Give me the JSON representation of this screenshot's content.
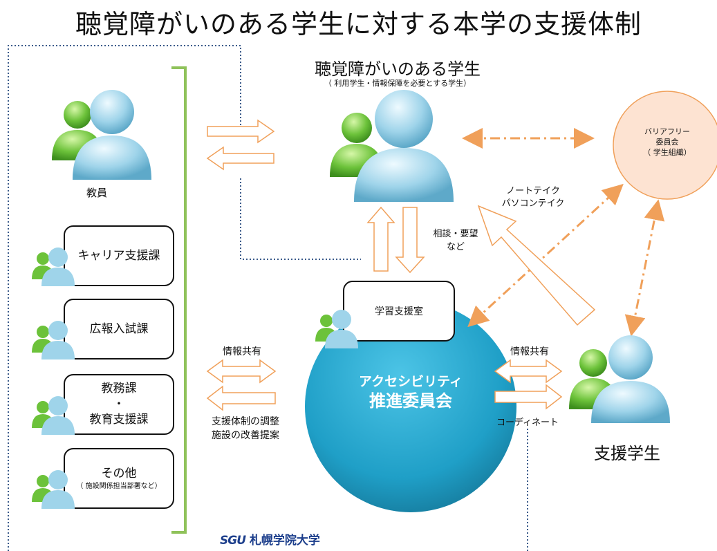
{
  "title": "聴覚障がいのある学生に対する本学の支援体制",
  "student": {
    "title": "聴覚障がいのある学生",
    "subtitle": "（ 利用学生・情報保障を必要とする学生）"
  },
  "faculty_label": "教員",
  "departments": [
    {
      "line1": "キャリア支援課"
    },
    {
      "line1": "広報入試課"
    },
    {
      "line1": "教務課",
      "line2": "・",
      "line3": "教育支援課"
    },
    {
      "line1": "その他",
      "note": "（ 施設関係担当部署など）"
    }
  ],
  "barrier_free": {
    "line1": "バリアフリー",
    "line2": "委員会",
    "line3": "（ 学生組織）"
  },
  "note_take": {
    "line1": "ノートテイク",
    "line2": "パソコンテイク"
  },
  "consult": {
    "line1": "相談・要望",
    "line2": "など"
  },
  "learning_support": "学習支援室",
  "committee": {
    "line1": "アクセシビリティ",
    "line2": "推進委員会"
  },
  "left_arrows": {
    "top_label": "情報共有",
    "bottom_line1": "支援体制の調整",
    "bottom_line2": "施設の改善提案"
  },
  "right_arrows": {
    "top_label": "情報共有",
    "bottom_label": "コーディネート"
  },
  "support_student": "支援学生",
  "logo": {
    "mark": "SGU",
    "name": "札幌学院大学"
  },
  "colors": {
    "arrow": "#f0a05a",
    "circle": "#2aa7cf",
    "bracket": "#8fc25a",
    "peach": "#fde3d2"
  }
}
